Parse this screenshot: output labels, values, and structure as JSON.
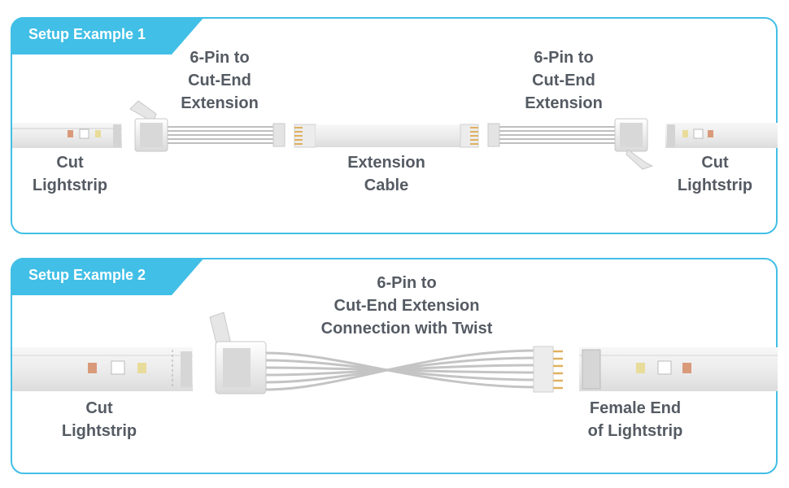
{
  "example1": {
    "tab": "Setup Example 1",
    "left_connector": [
      "6-Pin to",
      "Cut-End",
      "Extension"
    ],
    "right_connector": [
      "6-Pin to",
      "Cut-End",
      "Extension"
    ],
    "left_strip": [
      "Cut",
      "Lightstrip"
    ],
    "cable": [
      "Extension",
      "Cable"
    ],
    "right_strip": [
      "Cut",
      "Lightstrip"
    ]
  },
  "example2": {
    "tab": "Setup Example 2",
    "connector": [
      "6-Pin to",
      "Cut-End Extension",
      "Connection with Twist"
    ],
    "left_strip": [
      "Cut",
      "Lightstrip"
    ],
    "right_strip": [
      "Female End",
      "of Lightstrip"
    ]
  },
  "colors": {
    "accent": "#41bfe6",
    "label_text": "#555b63",
    "strip": "#eeeeee",
    "gold_pin": "#e0b060"
  }
}
